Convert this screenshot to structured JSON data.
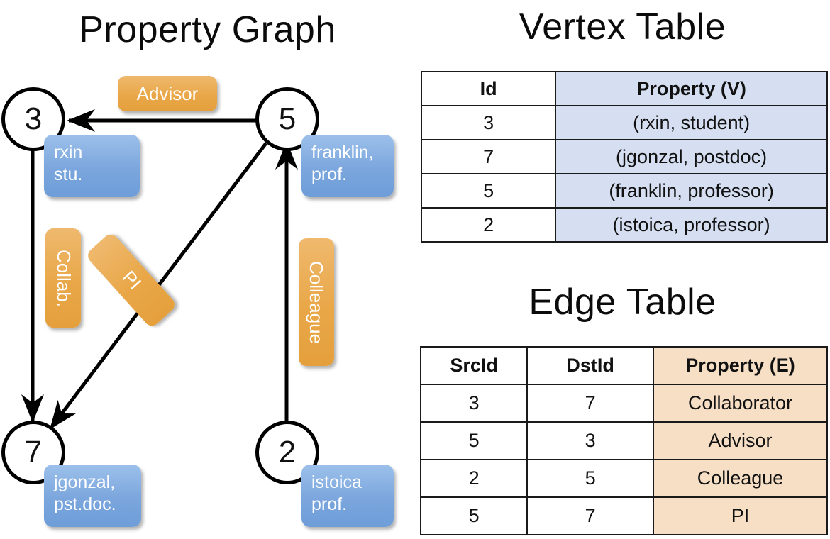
{
  "titles": {
    "graph": "Property Graph",
    "vertex": "Vertex Table",
    "edge": "Edge Table"
  },
  "graph": {
    "nodes": [
      {
        "id": "3",
        "property": "rxin\nstu."
      },
      {
        "id": "5",
        "property": "franklin,\nprof."
      },
      {
        "id": "7",
        "property": "jgonzal,\npst.doc."
      },
      {
        "id": "2",
        "property": "istoica\nprof."
      }
    ],
    "node_labels": {
      "n3": "3",
      "n5": "5",
      "n7": "7",
      "n2": "2"
    },
    "property_boxes": {
      "rxin_line1": "rxin",
      "rxin_line2": "stu.",
      "franklin_line1": "franklin,",
      "franklin_line2": "prof.",
      "jgonzal_line1": "jgonzal,",
      "jgonzal_line2": "pst.doc.",
      "istoica_line1": "istoica",
      "istoica_line2": "prof."
    },
    "edge_labels": {
      "advisor": "Advisor",
      "collab": "Collab.",
      "pi": "PI",
      "colleague": "Colleague"
    },
    "edges": [
      {
        "from": "5",
        "to": "3",
        "label": "Advisor"
      },
      {
        "from": "3",
        "to": "7",
        "label": "Collab."
      },
      {
        "from": "5",
        "to": "7",
        "label": "PI"
      },
      {
        "from": "2",
        "to": "5",
        "label": "Colleague"
      }
    ]
  },
  "vertex_table": {
    "headers": [
      "Id",
      "Property (V)"
    ],
    "rows": [
      {
        "id": "3",
        "property": "(rxin, student)"
      },
      {
        "id": "7",
        "property": "(jgonzal, postdoc)"
      },
      {
        "id": "5",
        "property": "(franklin, professor)"
      },
      {
        "id": "2",
        "property": "(istoica, professor)"
      }
    ]
  },
  "edge_table": {
    "headers": [
      "SrcId",
      "DstId",
      "Property (E)"
    ],
    "rows": [
      {
        "src": "3",
        "dst": "7",
        "property": "Collaborator"
      },
      {
        "src": "5",
        "dst": "3",
        "property": "Advisor"
      },
      {
        "src": "2",
        "dst": "5",
        "property": "Colleague"
      },
      {
        "src": "5",
        "dst": "7",
        "property": "PI"
      }
    ]
  },
  "colors": {
    "vertex_property_fill": "#d5dff1",
    "edge_property_fill": "#f7dfc6",
    "node_box_blue": "#7ba6dd",
    "edge_label_orange": "#e9a748",
    "stroke": "#000000"
  }
}
